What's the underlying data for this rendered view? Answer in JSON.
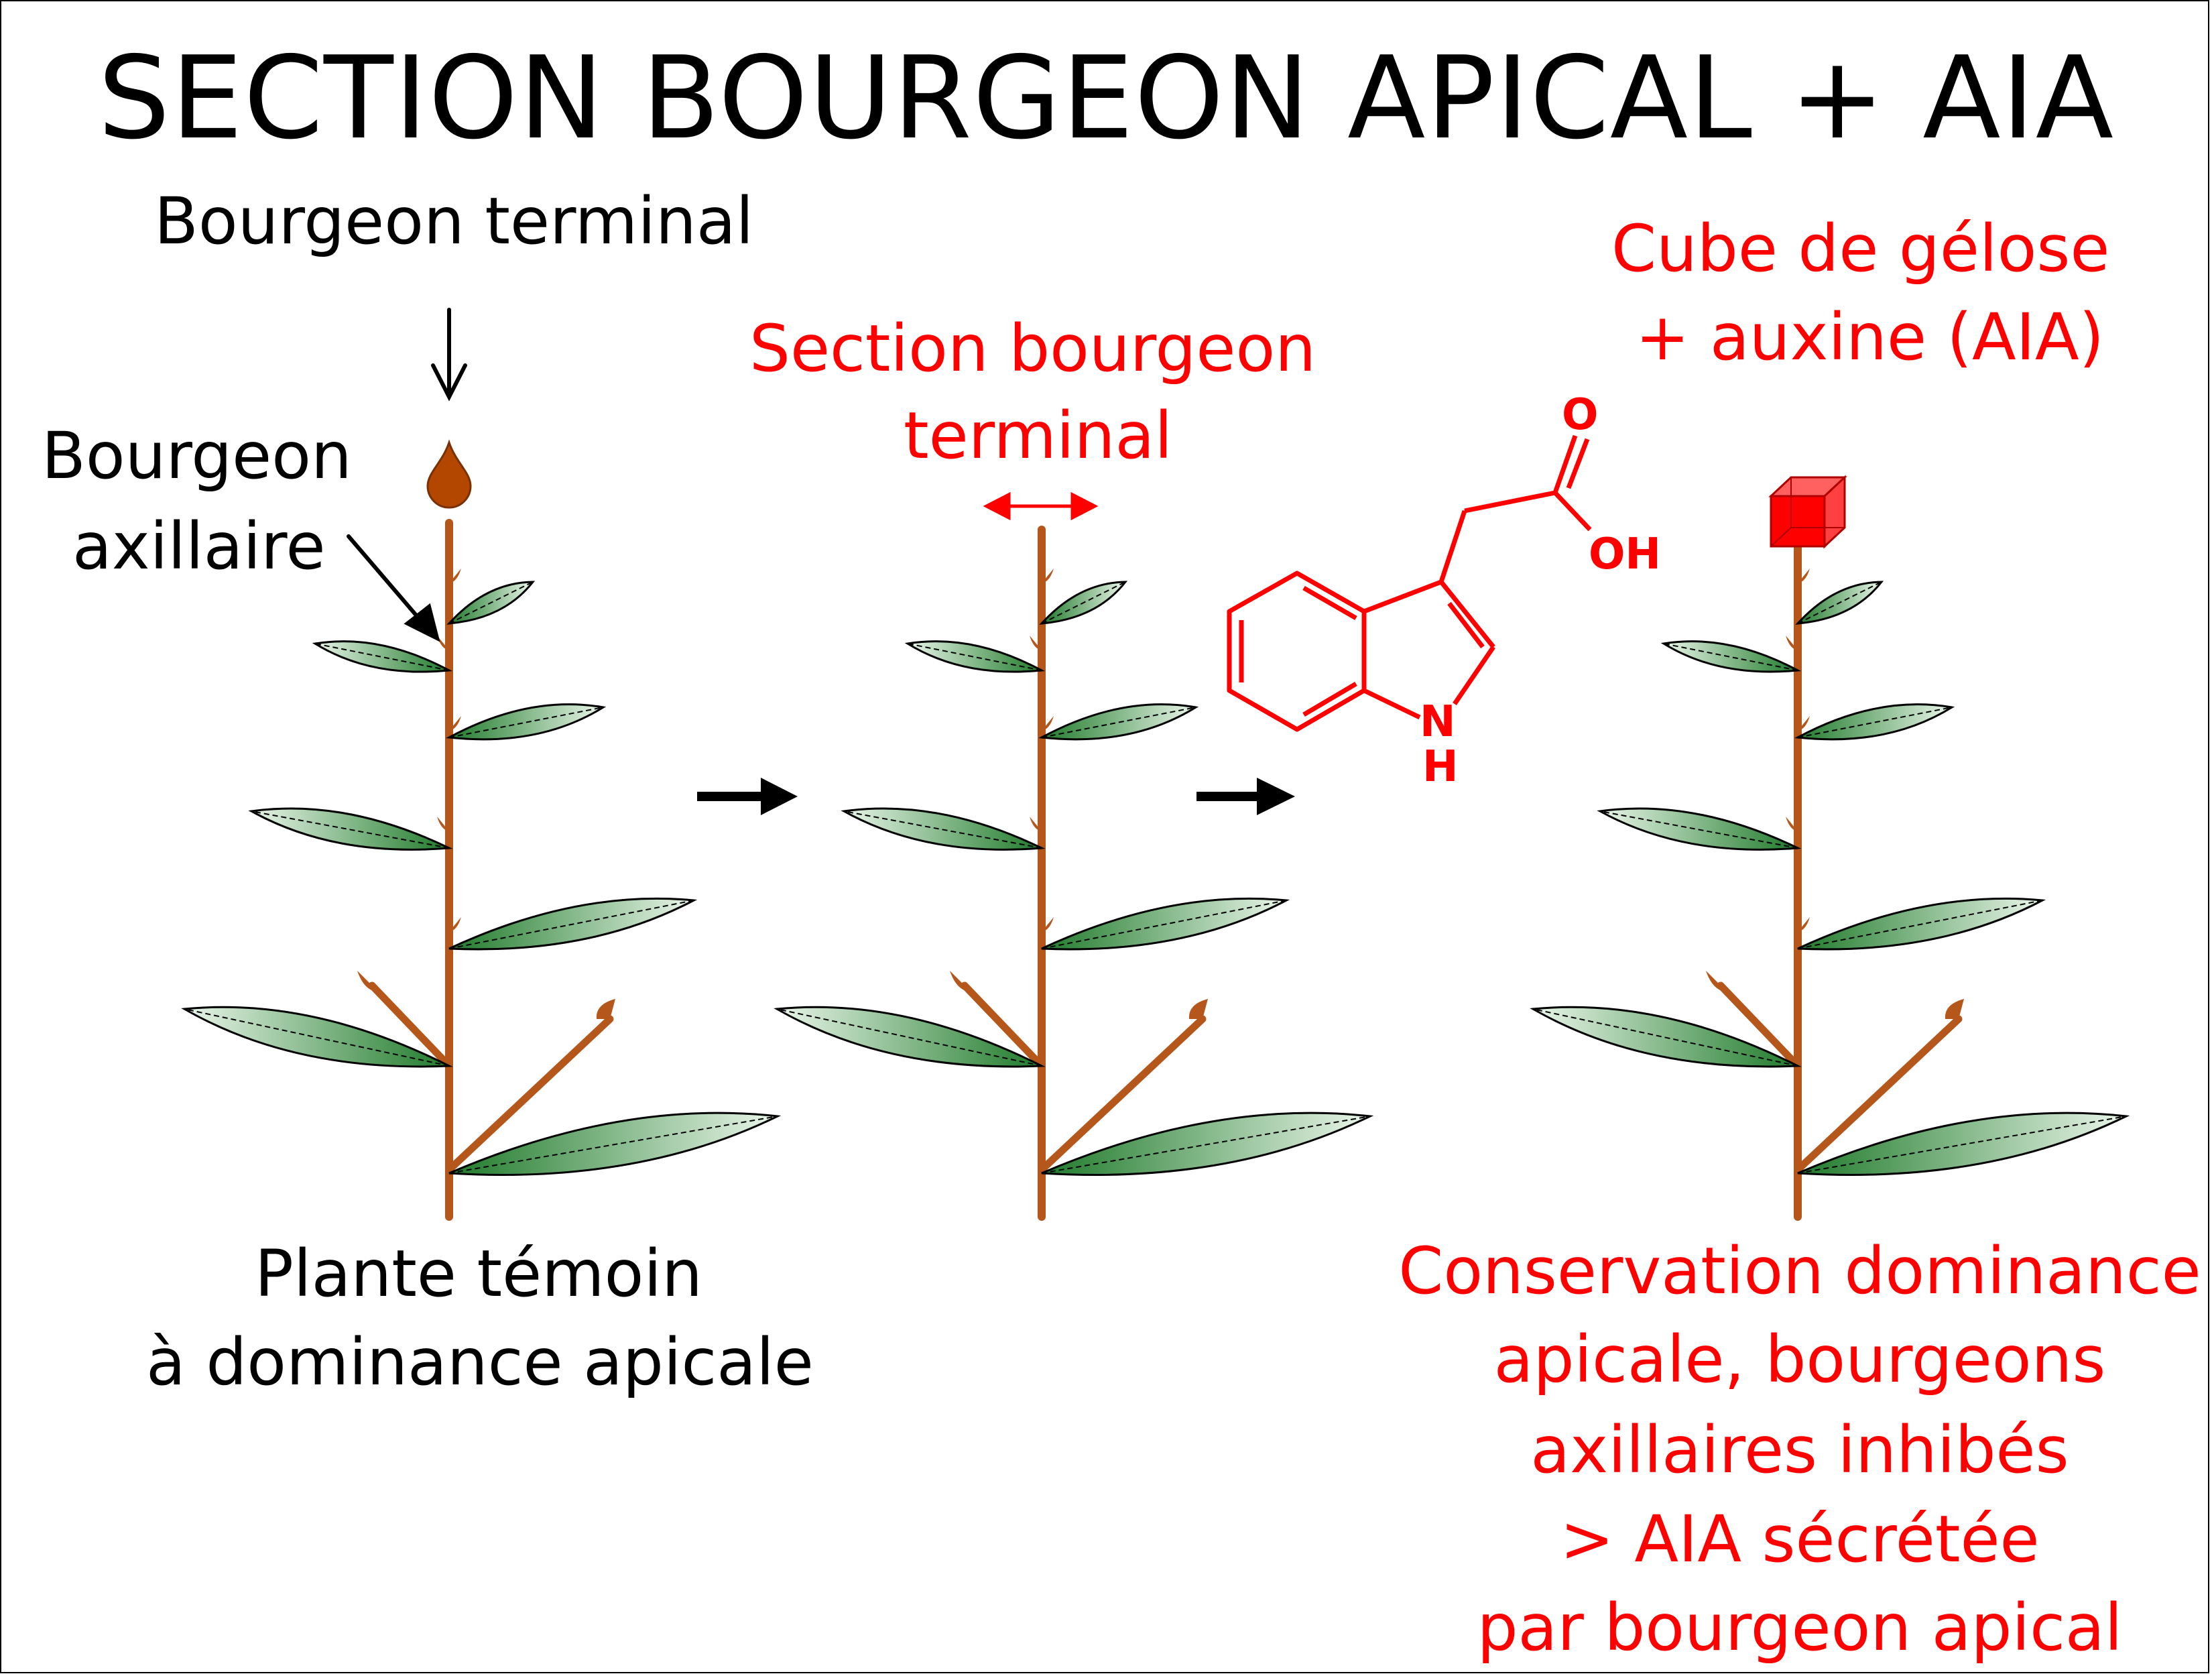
{
  "title": "SECTION BOURGEON APICAL + AIA",
  "labels": {
    "bourgeon_terminal": "Bourgeon terminal",
    "bourgeon_axillaire_line1": "Bourgeon",
    "bourgeon_axillaire_line2": "axillaire",
    "section_line1": "Section bourgeon",
    "section_line2": "terminal",
    "cube_line1": "Cube de gélose",
    "cube_line2": "+ auxine (AIA)",
    "temoin_line1": "Plante témoin",
    "temoin_line2": "à dominance apicale"
  },
  "conclusion": [
    "Conservation dominance",
    "apicale, bourgeons",
    "axillaires inhibés",
    "> AIA sécrétée",
    "par bourgeon apical"
  ],
  "molecule": {
    "atoms": {
      "oxygen": "O",
      "hydroxyl": "OH",
      "nitrogen": "N",
      "hydrogen": "H"
    }
  },
  "plants": [
    {
      "name": "plante-temoin",
      "top": "bud"
    },
    {
      "name": "plante-sectionnee",
      "top": "cut"
    },
    {
      "name": "plante-gelose-aia",
      "top": "cube"
    }
  ],
  "colors": {
    "stem": "#b5571b",
    "leaf_dark": "#2e8a3a",
    "leaf_light": "#e8f5e8",
    "accent": "#ff0000",
    "text": "#000000"
  }
}
